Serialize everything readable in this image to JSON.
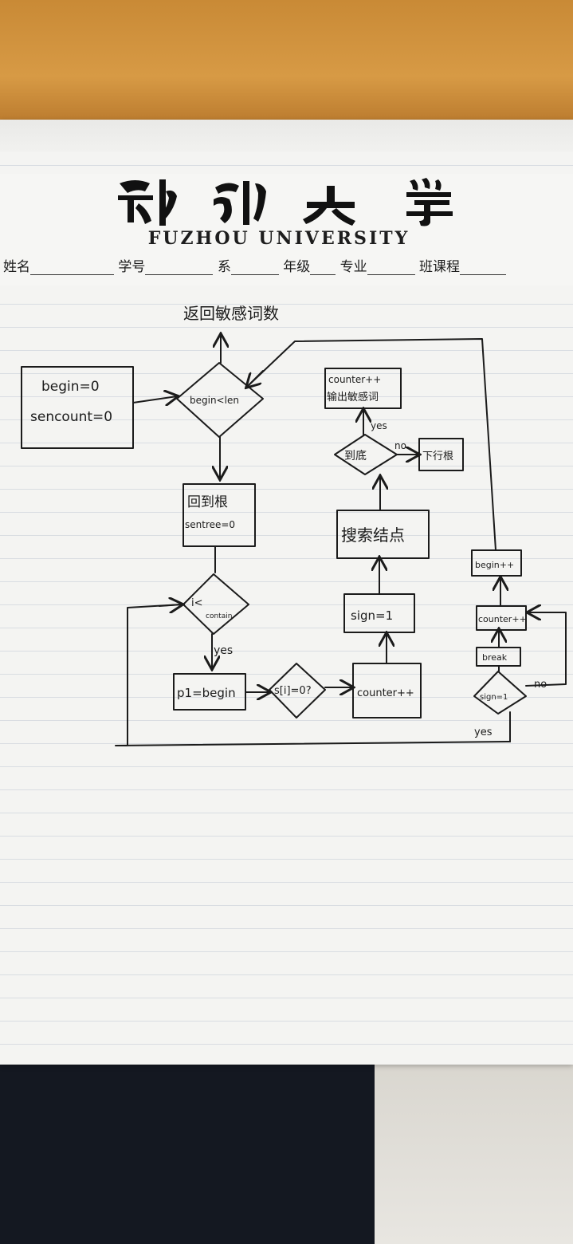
{
  "header": {
    "logo_text": "福州大学",
    "university_en": "FUZHOU UNIVERSITY",
    "fields": [
      {
        "label": "姓名"
      },
      {
        "label": "学号"
      },
      {
        "label": "系"
      },
      {
        "label": "年级"
      },
      {
        "label": "专业"
      },
      {
        "label": "班课程"
      }
    ]
  },
  "flowchart": {
    "title": "返回敏感词数",
    "init": {
      "line1": "begin=0",
      "line2": "sencount=0"
    },
    "loop_cond": "begin<len",
    "root": {
      "line1": "回到根",
      "line2": "sentree=0"
    },
    "inner_cond": {
      "line1": "i<",
      "line2": "contain"
    },
    "p1": "p1=begin",
    "s_cond": "s[i]=0?",
    "counter_inc": "counter++",
    "sign1": "sign=1",
    "search": "搜索结点",
    "end_cond": "到底",
    "found": {
      "line1": "counter++",
      "line2": "输出敏感词"
    },
    "next_line": "下行根",
    "begin_inc": "begin++",
    "counter_box": "counter++",
    "break_box": "break",
    "sign_cond": "sign=1",
    "yes": "yes",
    "no": "no"
  }
}
